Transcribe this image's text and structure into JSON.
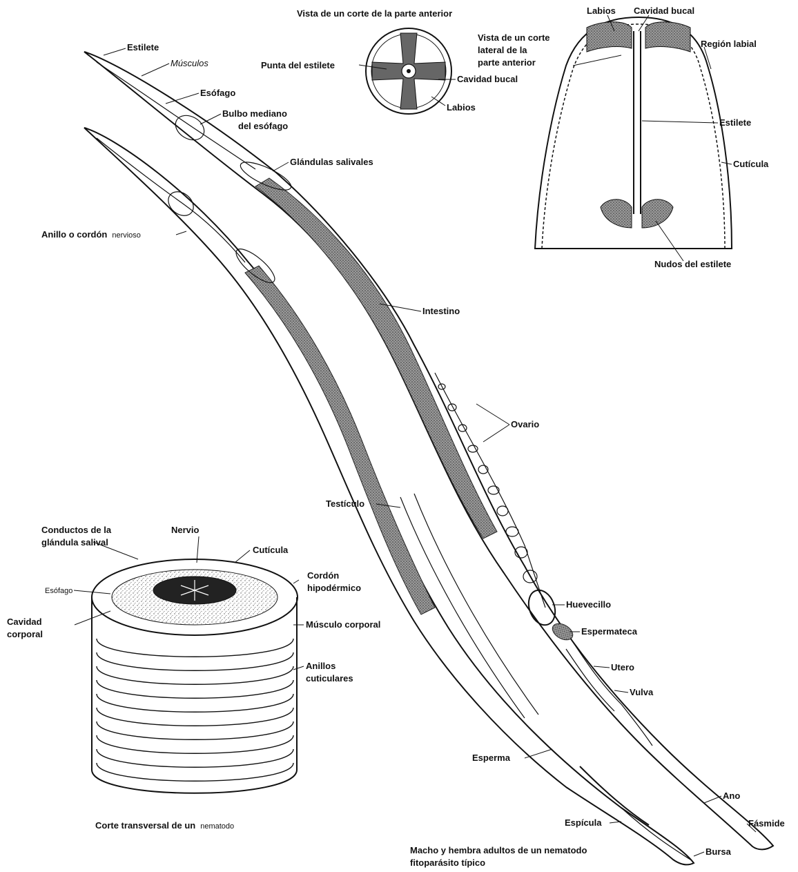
{
  "labels": {
    "estilete_top": "Estilete",
    "musculos": "Músculos",
    "esofago": "Esófago",
    "bulbo_line1": "Bulbo mediano",
    "bulbo_line2": "del esófago",
    "glandulas": "Glándulas salivales",
    "anillo_part1": "Anillo o cordón",
    "anillo_part2": "nervioso",
    "intestino": "Intestino",
    "ovario": "Ovario",
    "testiculo": "Testículo",
    "huevecillo": "Huevecillo",
    "espermateca": "Espermateca",
    "utero": "Utero",
    "vulva": "Vulva",
    "esperma": "Esperma",
    "ano": "Ano",
    "espicula": "Espícula",
    "fasmide": "Fásmide",
    "bursa": "Bursa",
    "caption_adults_line1": "Macho y hembra adultos de un nematodo",
    "caption_adults_line2": "fitoparásito típico"
  },
  "anterior_cross_section": {
    "title": "Vista de un corte de la parte anterior",
    "punta": "Punta del estilete",
    "cavidad": "Cavidad bucal",
    "labios": "Labios"
  },
  "lateral_section": {
    "labios": "Labios",
    "cavidad": "Cavidad bucal",
    "vista_line1": "Vista de un corte",
    "vista_line2": "lateral de la",
    "vista_line3": "parte anterior",
    "region_labial": "Región labial",
    "estilete": "Estilete",
    "cuticula": "Cutícula",
    "nudos": "Nudos del estilete"
  },
  "transverse_section": {
    "conductos_line1": "Conductos de la",
    "conductos_line2": "glándula salival",
    "nervio": "Nervio",
    "cuticula": "Cutícula",
    "cordon_line1": "Cordón",
    "cordon_line2": "hipodérmico",
    "esofago": "Esófago",
    "cavidad_line1": "Cavidad",
    "cavidad_line2": "corporal",
    "musculo": "Músculo corporal",
    "anillos_line1": "Anillos",
    "anillos_line2": "cuticulares",
    "caption_part1": "Corte transversal de un",
    "caption_part2": "nematodo"
  }
}
